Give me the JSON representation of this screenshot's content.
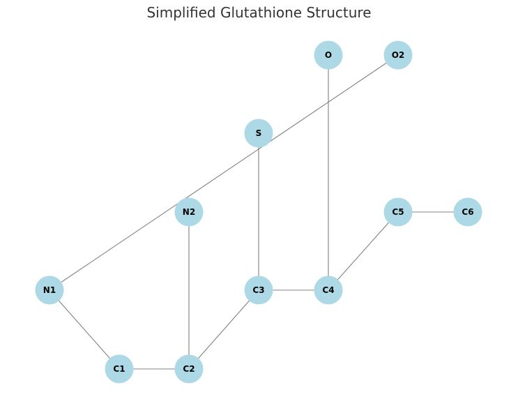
{
  "title": "Simplified Glutathione Structure",
  "colors": {
    "node": "#add8e6",
    "edge": "#808080",
    "label": "#000000"
  },
  "nodes": [
    "O",
    "O2",
    "S",
    "N2",
    "C5",
    "C6",
    "N1",
    "C3",
    "C4",
    "C1",
    "C2"
  ],
  "edges": [
    [
      "N1",
      "C1"
    ],
    [
      "C1",
      "C2"
    ],
    [
      "C2",
      "N2"
    ],
    [
      "C2",
      "C3"
    ],
    [
      "C3",
      "C4"
    ],
    [
      "C3",
      "S"
    ],
    [
      "C4",
      "O"
    ],
    [
      "C4",
      "C5"
    ],
    [
      "C5",
      "C6"
    ],
    [
      "N1",
      "O2"
    ]
  ]
}
